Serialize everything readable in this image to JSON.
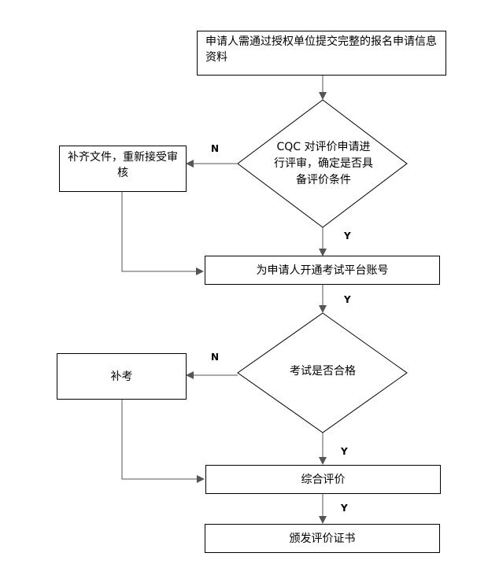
{
  "nodes": {
    "submit": "申请人需通过授权单位提交完整的报名申请信息资料",
    "review": "CQC 对评价申请进行评审，确定是否具备评价条件",
    "resubmit": "补齐文件，重新接受审核",
    "open_account": "为申请人开通考试平台账号",
    "exam": "考试是否合格",
    "retake": "补考",
    "evaluation": "综合评价",
    "certificate": "颁发评价证书"
  },
  "labels": {
    "no_1": "N",
    "yes_1": "Y",
    "yes_2": "Y",
    "no_2": "N",
    "yes_3": "Y",
    "yes_4": "Y"
  },
  "colors": {
    "line": "#555555",
    "border": "#000000",
    "background": "#ffffff"
  }
}
